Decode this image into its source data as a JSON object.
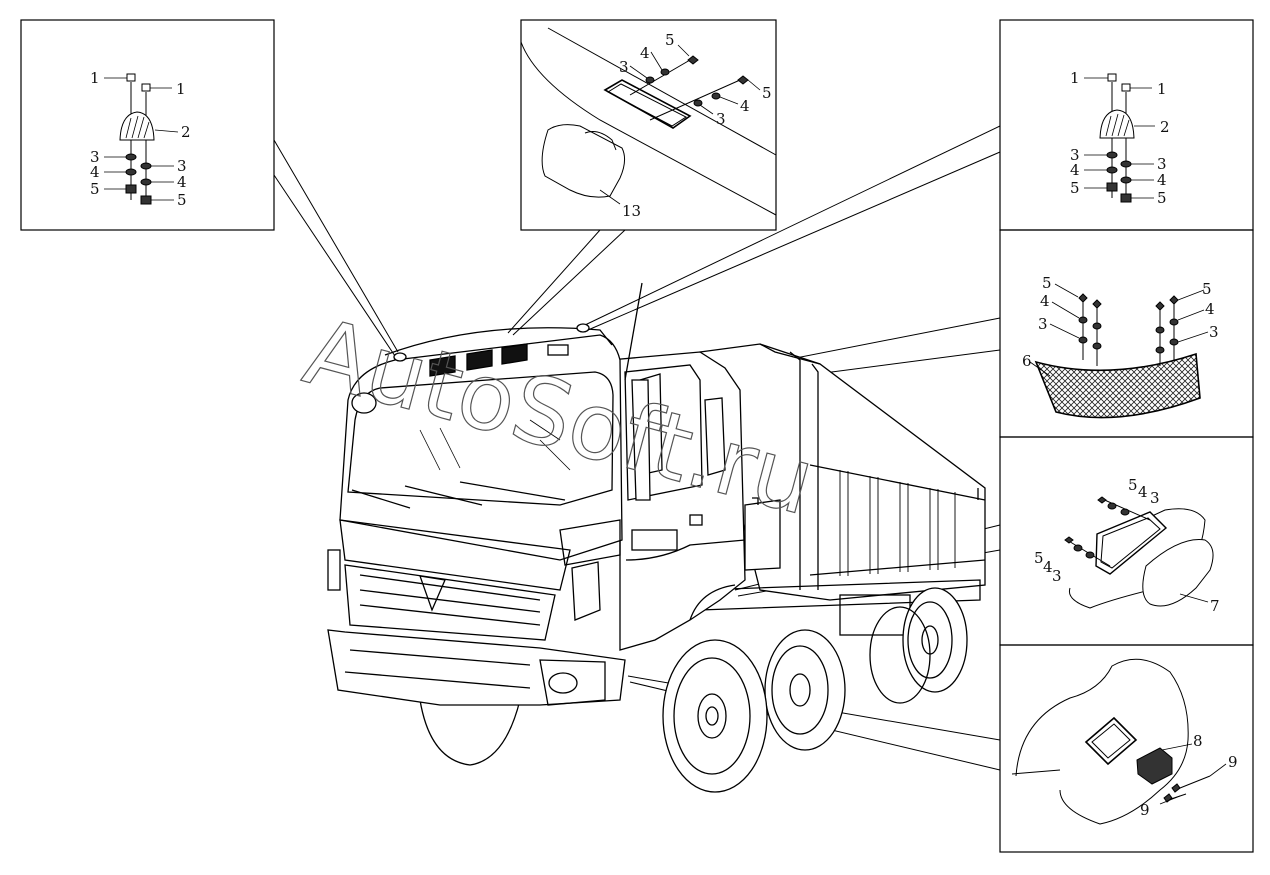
{
  "watermark": "AutoSoft.ru",
  "callouts": {
    "p1": [
      "1",
      "1",
      "2",
      "3",
      "3",
      "4",
      "4",
      "5",
      "5"
    ],
    "p2": [
      "5",
      "4",
      "3",
      "5",
      "4",
      "3",
      "13"
    ],
    "p3": [
      "1",
      "1",
      "2",
      "3",
      "3",
      "4",
      "4",
      "5",
      "5"
    ],
    "p4": [
      "5",
      "4",
      "3",
      "5",
      "4",
      "3",
      "6"
    ],
    "p5": [
      "5",
      "4",
      "3",
      "5",
      "4",
      "3",
      "7"
    ],
    "p6": [
      "8",
      "9",
      "9"
    ]
  }
}
